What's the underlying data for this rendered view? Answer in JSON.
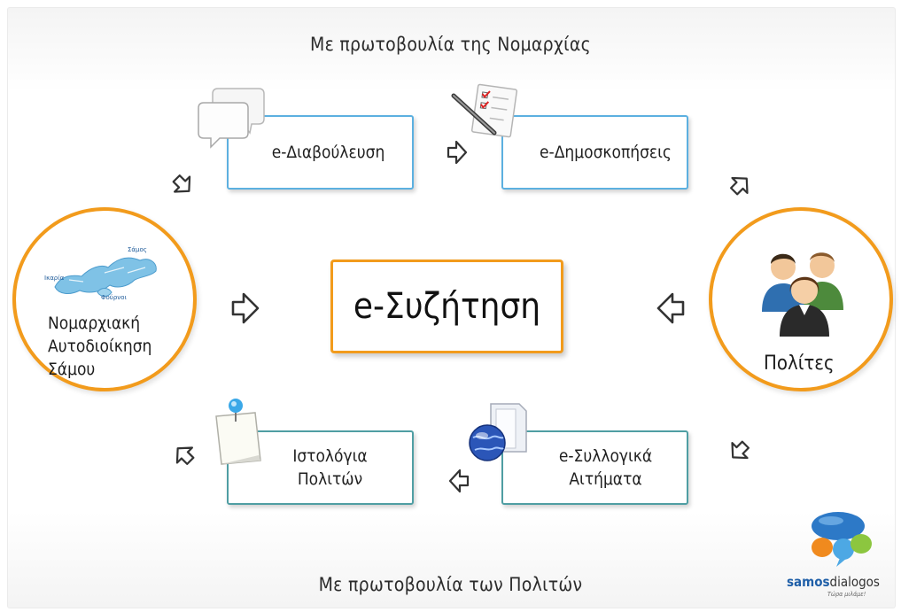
{
  "captions": {
    "top": "Με πρωτοβουλία της Νομαρχίας",
    "bottom": "Με πρωτοβουλία των Πολιτών"
  },
  "center": {
    "label": "e-Συζήτηση"
  },
  "nodes": {
    "left": {
      "label": "Νομαρχιακή\nΑυτοδιοίκηση\nΣάμου",
      "map_labels": [
        "Σάμος",
        "Ικαρία",
        "Φούρνοι"
      ]
    },
    "right": {
      "label": "Πολίτες"
    }
  },
  "boxes": {
    "consultation": "e-Διαβούλευση",
    "polls": "e-Δημοσκοπήσεις",
    "blogs": "Ιστολόγια\nΠολιτών",
    "petitions": "e-Συλλογικά\nΑιτήματα"
  },
  "logo": {
    "brand_strong": "samos",
    "brand_light": "dialogos",
    "tagline": "Τώρα μιλάμε!"
  },
  "colors": {
    "orange": "#f29b1c",
    "blue": "#5cb0e0",
    "teal": "#4f9ea3"
  }
}
